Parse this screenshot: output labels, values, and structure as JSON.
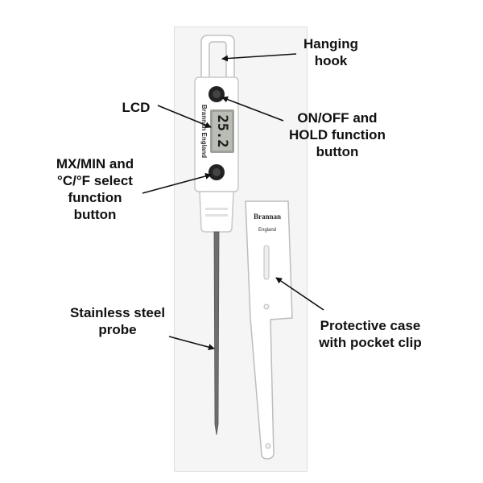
{
  "thermometer": {
    "brand": "Brannan England",
    "display_reading": "25.2"
  },
  "case": {
    "brand": "Brannan",
    "country": "England"
  },
  "labels": {
    "hanging_hook": [
      "Hanging",
      "hook"
    ],
    "lcd": [
      "LCD"
    ],
    "on_off_hold": [
      "ON/OFF and",
      "HOLD function",
      "button"
    ],
    "max_min_select": [
      "MX/MIN and",
      "°C/°F select",
      "function",
      "button"
    ],
    "probe": [
      "Stainless steel",
      "probe"
    ],
    "protective_case": [
      "Protective case",
      "with pocket clip"
    ]
  },
  "colors": {
    "background": "#ffffff",
    "panel": "#f5f5f5",
    "body": "#ffffff",
    "outline": "#c8c8c8",
    "lcd_screen": "#b9bdb5",
    "button": "#222222",
    "probe": "#6e6e6e",
    "label_text": "#111111",
    "arrow": "#111111"
  }
}
